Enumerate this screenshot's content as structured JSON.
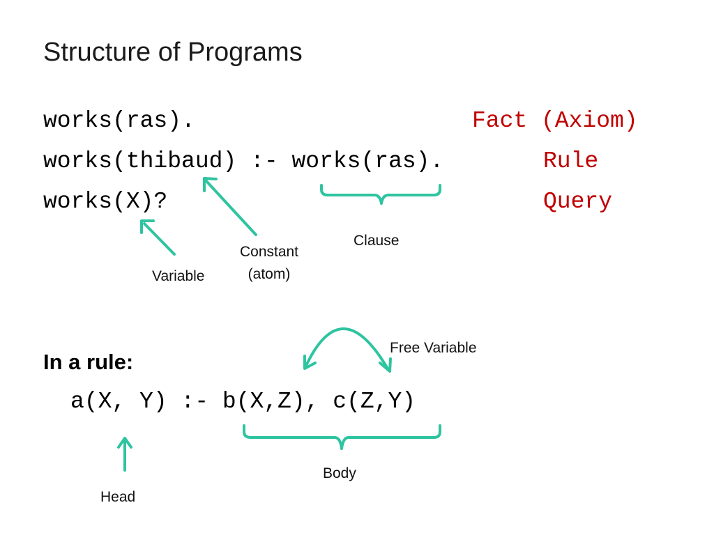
{
  "slide": {
    "title": "Structure of Programs",
    "lines": [
      {
        "code": "works(ras).",
        "kind": "Fact (Axiom)"
      },
      {
        "code": "works(thibaud) :- works(ras).",
        "kind": "Rule"
      },
      {
        "code": "works(X)?",
        "kind": "Query"
      }
    ],
    "annotations": {
      "variable": "Variable",
      "constant_line1": "Constant",
      "constant_line2": "(atom)",
      "clause": "Clause",
      "free_variable": "Free Variable",
      "body": "Body",
      "head": "Head"
    },
    "rule_heading": "In a rule:",
    "rule_example": "a(X, Y) :- b(X,Z), c(Z,Y)"
  },
  "colors": {
    "keyword_red": "#c00000",
    "annotation_teal": "#2ec4a0"
  }
}
